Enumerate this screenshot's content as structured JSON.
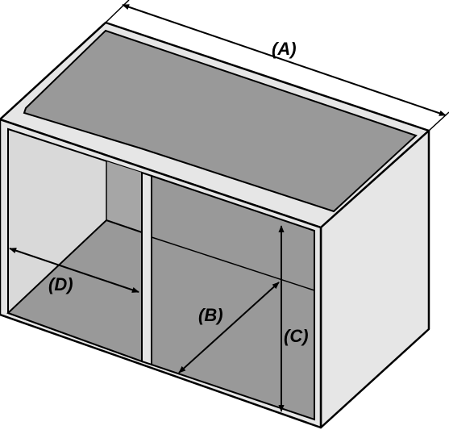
{
  "diagram": {
    "labels": {
      "a": "(A)",
      "b": "(B)",
      "c": "(C)",
      "d": "(D)"
    },
    "colors": {
      "outline": "#000000",
      "frame": "#e6e6e6",
      "inner_dark": "#999999",
      "inner_mid": "#b3b3b3",
      "side_panel": "#e6e6e6",
      "background": "#ffffff"
    }
  }
}
